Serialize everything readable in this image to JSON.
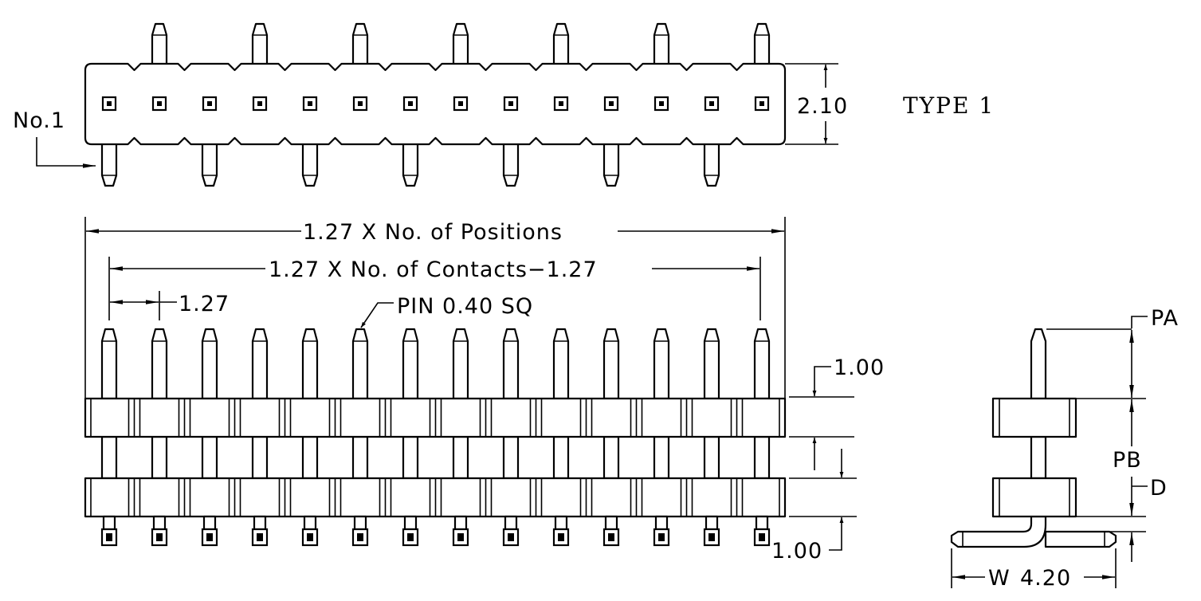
{
  "labels": {
    "no1": "No.1",
    "height": "2.10",
    "type": "TYPE 1",
    "positions": "1.27 X No. of Positions",
    "contacts": "1.27 X No. of Contacts−1.27",
    "pitch": "1.27",
    "pin": "PIN 0.40 SQ",
    "top_thick": "1.00",
    "bottom_thick": "1.00",
    "pa": "PA",
    "pb": "PB",
    "d": "D",
    "w": "W",
    "width": "4.20"
  },
  "pin_count": 14,
  "top_view": {
    "pins_up": [
      2,
      4,
      6,
      8,
      10,
      12,
      14
    ],
    "pins_down": [
      1,
      3,
      5,
      7,
      9,
      11,
      13
    ]
  }
}
